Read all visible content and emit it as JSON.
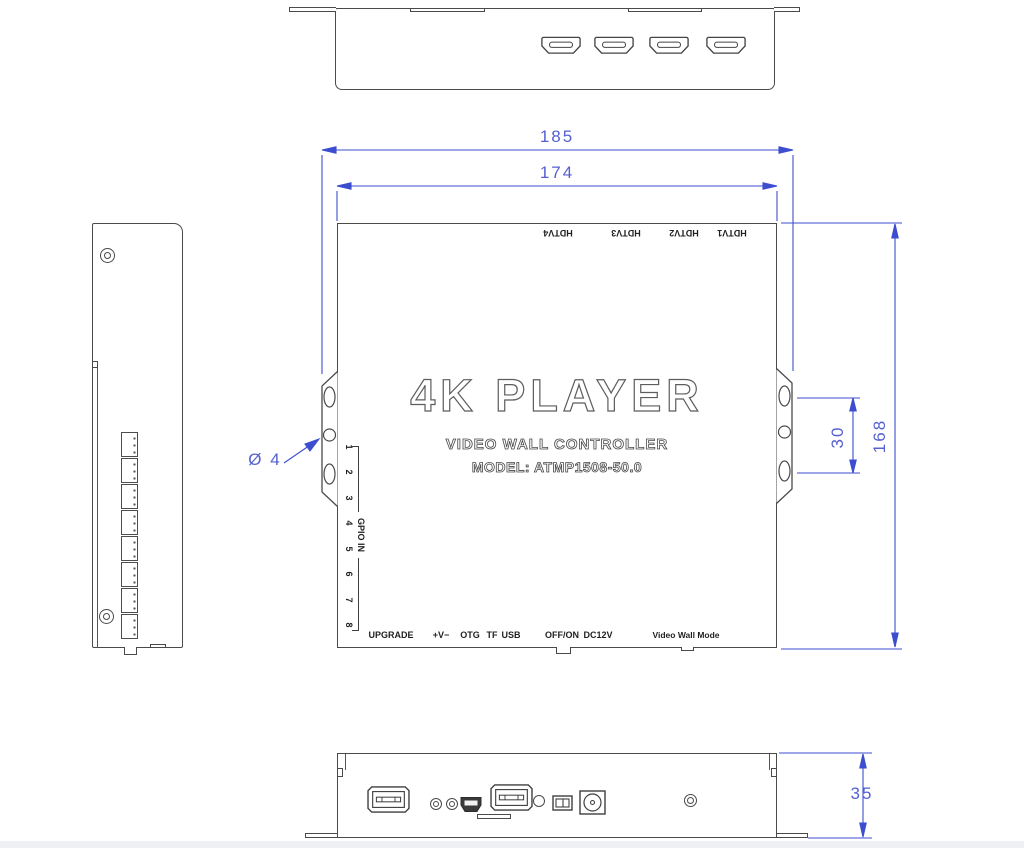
{
  "colors": {
    "line": "#4a4a4a",
    "dimension_blue": "#3c4ecf",
    "dimension_text_blue": "#5560d2",
    "label_dark": "#1f1f1f"
  },
  "dims": {
    "overall_width": "185",
    "body_width": "174",
    "overall_height": "168",
    "hole_spacing": "30",
    "hole_diameter": "Ø 4",
    "depth": "35"
  },
  "main_view": {
    "title": "4K PLAYER",
    "subtitle": "VIDEO WALL CONTROLLER",
    "model": "MODEL: ATMP1508-50.0",
    "hdtv_labels": [
      "HDTV4",
      "HDTV3",
      "HDTV2",
      "HDTV1"
    ],
    "gpio_label": "GPIO IN",
    "gpio_pins": [
      "1",
      "2",
      "3",
      "4",
      "5",
      "6",
      "7",
      "8"
    ],
    "port_labels": {
      "upgrade": "UPGRADE",
      "vpower": "+V−",
      "otg": "OTG",
      "tf": "TF",
      "usb": "USB",
      "offon": "OFF/ON",
      "dc": "DC12V",
      "videowall": "Video Wall Mode"
    }
  }
}
